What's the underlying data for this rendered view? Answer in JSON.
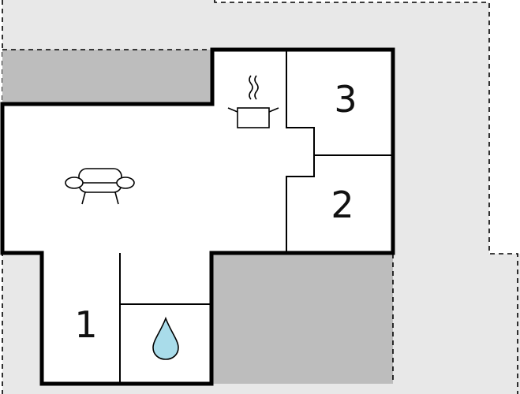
{
  "rooms": {
    "bedroom_1": {
      "label": "1"
    },
    "bedroom_2": {
      "label": "2"
    },
    "bedroom_3": {
      "label": "3"
    }
  },
  "icons": {
    "living_room": "sofa-icon",
    "kitchen": "cooking-pot-icon",
    "bathroom": "water-drop-icon"
  },
  "colors": {
    "outdoor_area": "#e8e8e8",
    "terrace": "#bdbdbd",
    "wall": "#000000",
    "water": "#a9dcea"
  }
}
